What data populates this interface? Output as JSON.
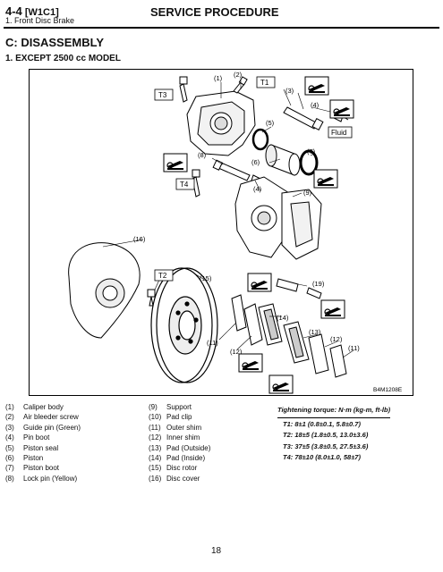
{
  "header": {
    "section_code": "4-4",
    "code_suffix": "[W1C1]",
    "subsection": "1. Front Disc Brake",
    "title": "SERVICE PROCEDURE"
  },
  "section_title": "C: DISASSEMBLY",
  "subsection_title": "1. EXCEPT 2500 cc MODEL",
  "figure": {
    "torque_tags": [
      "T1",
      "T2",
      "T3",
      "T4"
    ],
    "fluid_label": "Fluid",
    "figure_id": "B4M1208E",
    "callouts": [
      "(1)",
      "(2)",
      "(3)",
      "(4)",
      "(5)",
      "(6)",
      "(7)",
      "(8)",
      "(9)",
      "(4)",
      "(16)",
      "(15)",
      "(19)",
      "(14)",
      "(11)",
      "(12)",
      "(13)",
      "(12)",
      "(11)"
    ],
    "lubricant_icon": "grease-gun-icon"
  },
  "parts_left": [
    {
      "num": "(1)",
      "name": "Caliper body"
    },
    {
      "num": "(2)",
      "name": "Air bleeder screw"
    },
    {
      "num": "(3)",
      "name": "Guide pin (Green)"
    },
    {
      "num": "(4)",
      "name": "Pin boot"
    },
    {
      "num": "(5)",
      "name": "Piston seal"
    },
    {
      "num": "(6)",
      "name": "Piston"
    },
    {
      "num": "(7)",
      "name": "Piston boot"
    },
    {
      "num": "(8)",
      "name": "Lock pin (Yellow)"
    }
  ],
  "parts_right": [
    {
      "num": "(9)",
      "name": "Support"
    },
    {
      "num": "(10)",
      "name": "Pad clip"
    },
    {
      "num": "(11)",
      "name": "Outer shim"
    },
    {
      "num": "(12)",
      "name": "Inner shim"
    },
    {
      "num": "(13)",
      "name": "Pad (Outside)"
    },
    {
      "num": "(14)",
      "name": "Pad (Inside)"
    },
    {
      "num": "(15)",
      "name": "Disc rotor"
    },
    {
      "num": "(16)",
      "name": "Disc cover"
    }
  ],
  "torque": {
    "title": "Tightening torque: N·m (kg-m, ft-lb)",
    "items": [
      "T1: 8±1 (0.8±0.1, 5.8±0.7)",
      "T2: 18±5 (1.8±0.5, 13.0±3.6)",
      "T3: 37±5 (3.8±0.5, 27.5±3.6)",
      "T4: 78±10 (8.0±1.0, 58±7)"
    ]
  },
  "page_number": "18"
}
